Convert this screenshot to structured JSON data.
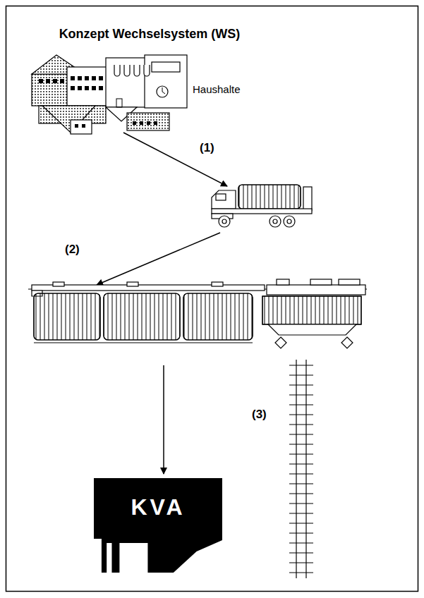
{
  "diagram": {
    "title": "Konzept Wechselsystem (WS)",
    "nodes": [
      {
        "text": [
          "KVA"
        ]
      }
    ],
    "labels": [
      "Haushalte",
      "(1)",
      "(2)",
      "(3)"
    ]
  }
}
